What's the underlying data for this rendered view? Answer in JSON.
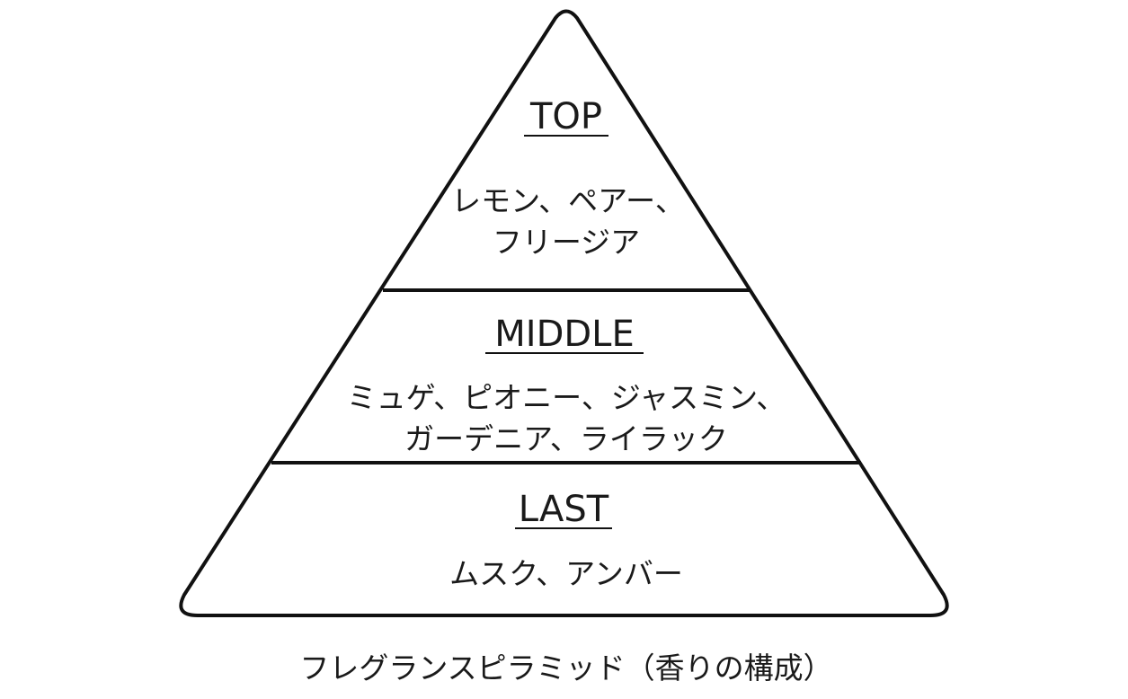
{
  "pyramid": {
    "tiers": [
      {
        "label": "TOP",
        "notes": [
          "レモン、ペアー、",
          "フリージア"
        ]
      },
      {
        "label": "MIDDLE",
        "notes": [
          "ミュゲ、ピオニー、ジャスミン、",
          "ガーデニア、ライラック"
        ]
      },
      {
        "label": "LAST",
        "notes": [
          "ムスク、アンバー"
        ]
      }
    ]
  },
  "caption": "フレグランスピラミッド（香りの構成）"
}
